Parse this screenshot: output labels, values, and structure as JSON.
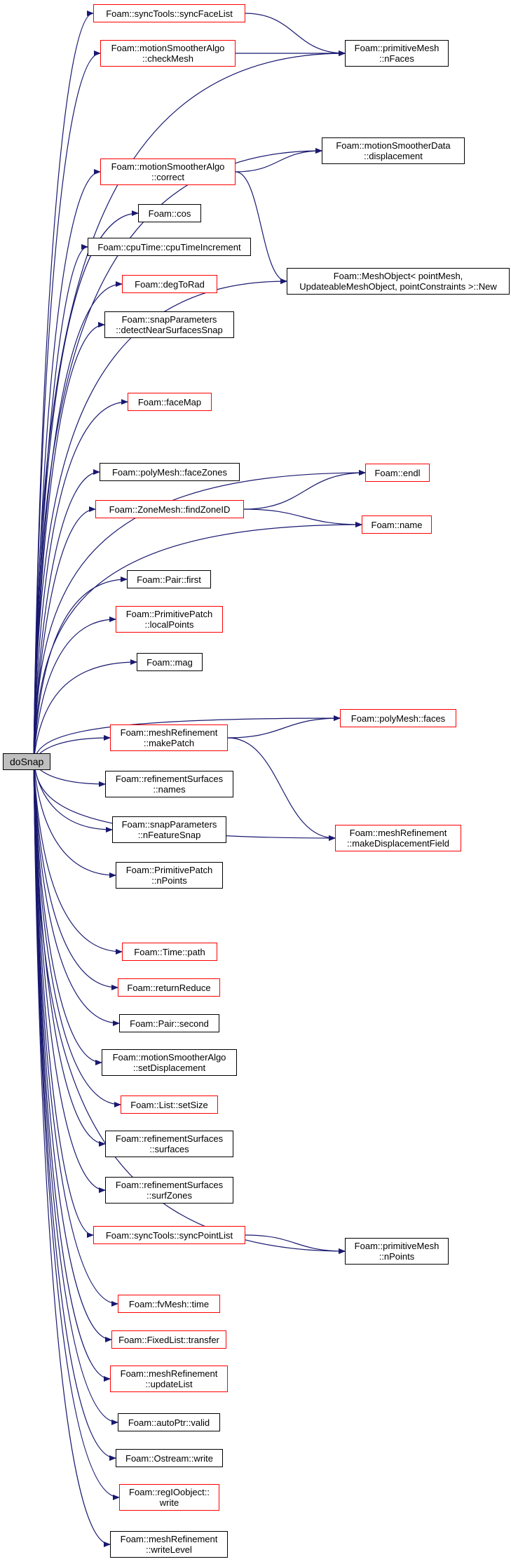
{
  "colors": {
    "edge": "#191970",
    "red_border": "#ff0000",
    "black_border": "#000000",
    "root_fill": "#bfbfbf"
  },
  "nodes": [
    {
      "id": "doSnap",
      "lines": [
        "doSnap"
      ],
      "style": "root"
    },
    {
      "id": "syncFaceList",
      "lines": [
        "Foam::syncTools::syncFaceList"
      ],
      "style": "red"
    },
    {
      "id": "checkMesh",
      "lines": [
        "Foam::motionSmootherAlgo",
        "::checkMesh"
      ],
      "style": "red"
    },
    {
      "id": "nFaces",
      "lines": [
        "Foam::primitiveMesh",
        "::nFaces"
      ],
      "style": "black"
    },
    {
      "id": "displacement",
      "lines": [
        "Foam::motionSmootherData",
        "::displacement"
      ],
      "style": "black"
    },
    {
      "id": "correct",
      "lines": [
        "Foam::motionSmootherAlgo",
        "::correct"
      ],
      "style": "red"
    },
    {
      "id": "cos",
      "lines": [
        "Foam::cos"
      ],
      "style": "black"
    },
    {
      "id": "cpuTime",
      "lines": [
        "Foam::cpuTime::cpuTimeIncrement"
      ],
      "style": "black"
    },
    {
      "id": "meshObjectNew",
      "lines": [
        "Foam::MeshObject< pointMesh,",
        "UpdateableMeshObject, pointConstraints >::New"
      ],
      "style": "black"
    },
    {
      "id": "degToRad",
      "lines": [
        "Foam::degToRad"
      ],
      "style": "red"
    },
    {
      "id": "detectNear",
      "lines": [
        "Foam::snapParameters",
        "::detectNearSurfacesSnap"
      ],
      "style": "black"
    },
    {
      "id": "faceMap",
      "lines": [
        "Foam::faceMap"
      ],
      "style": "red"
    },
    {
      "id": "faceZones",
      "lines": [
        "Foam::polyMesh::faceZones"
      ],
      "style": "black"
    },
    {
      "id": "endl",
      "lines": [
        "Foam::endl"
      ],
      "style": "red"
    },
    {
      "id": "findZoneID",
      "lines": [
        "Foam::ZoneMesh::findZoneID"
      ],
      "style": "red"
    },
    {
      "id": "name",
      "lines": [
        "Foam::name"
      ],
      "style": "red"
    },
    {
      "id": "first",
      "lines": [
        "Foam::Pair::first"
      ],
      "style": "black"
    },
    {
      "id": "localPoints",
      "lines": [
        "Foam::PrimitivePatch",
        "::localPoints"
      ],
      "style": "red"
    },
    {
      "id": "mag",
      "lines": [
        "Foam::mag"
      ],
      "style": "black"
    },
    {
      "id": "faces",
      "lines": [
        "Foam::polyMesh::faces"
      ],
      "style": "red"
    },
    {
      "id": "makePatch",
      "lines": [
        "Foam::meshRefinement",
        "::makePatch"
      ],
      "style": "red"
    },
    {
      "id": "names",
      "lines": [
        "Foam::refinementSurfaces",
        "::names"
      ],
      "style": "black"
    },
    {
      "id": "nFeatureSnap",
      "lines": [
        "Foam::snapParameters",
        "::nFeatureSnap"
      ],
      "style": "black"
    },
    {
      "id": "makeDisp",
      "lines": [
        "Foam::meshRefinement",
        "::makeDisplacementField"
      ],
      "style": "red"
    },
    {
      "id": "nPointsPatch",
      "lines": [
        "Foam::PrimitivePatch",
        "::nPoints"
      ],
      "style": "black"
    },
    {
      "id": "path",
      "lines": [
        "Foam::Time::path"
      ],
      "style": "red"
    },
    {
      "id": "returnReduce",
      "lines": [
        "Foam::returnReduce"
      ],
      "style": "red"
    },
    {
      "id": "second",
      "lines": [
        "Foam::Pair::second"
      ],
      "style": "black"
    },
    {
      "id": "setDisplacement",
      "lines": [
        "Foam::motionSmootherAlgo",
        "::setDisplacement"
      ],
      "style": "black"
    },
    {
      "id": "setSize",
      "lines": [
        "Foam::List::setSize"
      ],
      "style": "red"
    },
    {
      "id": "surfaces",
      "lines": [
        "Foam::refinementSurfaces",
        "::surfaces"
      ],
      "style": "black"
    },
    {
      "id": "surfZones",
      "lines": [
        "Foam::refinementSurfaces",
        "::surfZones"
      ],
      "style": "black"
    },
    {
      "id": "syncPointList",
      "lines": [
        "Foam::syncTools::syncPointList"
      ],
      "style": "red"
    },
    {
      "id": "nPointsMesh",
      "lines": [
        "Foam::primitiveMesh",
        "::nPoints"
      ],
      "style": "black"
    },
    {
      "id": "time",
      "lines": [
        "Foam::fvMesh::time"
      ],
      "style": "red"
    },
    {
      "id": "transfer",
      "lines": [
        "Foam::FixedList::transfer"
      ],
      "style": "red"
    },
    {
      "id": "updateList",
      "lines": [
        "Foam::meshRefinement",
        "::updateList"
      ],
      "style": "red"
    },
    {
      "id": "valid",
      "lines": [
        "Foam::autoPtr::valid"
      ],
      "style": "black"
    },
    {
      "id": "ostreamWrite",
      "lines": [
        "Foam::Ostream::write"
      ],
      "style": "black"
    },
    {
      "id": "regIOobjectWrite",
      "lines": [
        "Foam::regIOobject::",
        "write"
      ],
      "style": "red"
    },
    {
      "id": "writeLevel",
      "lines": [
        "Foam::meshRefinement",
        "::writeLevel"
      ],
      "style": "black"
    }
  ],
  "edges": [
    [
      "doSnap",
      "syncFaceList"
    ],
    [
      "doSnap",
      "checkMesh"
    ],
    [
      "doSnap",
      "nFaces"
    ],
    [
      "doSnap",
      "displacement"
    ],
    [
      "doSnap",
      "correct"
    ],
    [
      "doSnap",
      "cos"
    ],
    [
      "doSnap",
      "cpuTime"
    ],
    [
      "doSnap",
      "degToRad"
    ],
    [
      "doSnap",
      "detectNear"
    ],
    [
      "doSnap",
      "meshObjectNew"
    ],
    [
      "doSnap",
      "faceMap"
    ],
    [
      "doSnap",
      "endl"
    ],
    [
      "doSnap",
      "faceZones"
    ],
    [
      "doSnap",
      "findZoneID"
    ],
    [
      "doSnap",
      "name"
    ],
    [
      "doSnap",
      "first"
    ],
    [
      "doSnap",
      "localPoints"
    ],
    [
      "doSnap",
      "mag"
    ],
    [
      "doSnap",
      "faces"
    ],
    [
      "doSnap",
      "makePatch"
    ],
    [
      "doSnap",
      "names"
    ],
    [
      "doSnap",
      "nFeatureSnap"
    ],
    [
      "doSnap",
      "nPointsPatch"
    ],
    [
      "doSnap",
      "makeDisp"
    ],
    [
      "doSnap",
      "path"
    ],
    [
      "doSnap",
      "returnReduce"
    ],
    [
      "doSnap",
      "second"
    ],
    [
      "doSnap",
      "setDisplacement"
    ],
    [
      "doSnap",
      "setSize"
    ],
    [
      "doSnap",
      "surfaces"
    ],
    [
      "doSnap",
      "surfZones"
    ],
    [
      "doSnap",
      "syncPointList"
    ],
    [
      "doSnap",
      "nPointsMesh"
    ],
    [
      "doSnap",
      "time"
    ],
    [
      "doSnap",
      "transfer"
    ],
    [
      "doSnap",
      "updateList"
    ],
    [
      "doSnap",
      "valid"
    ],
    [
      "doSnap",
      "ostreamWrite"
    ],
    [
      "doSnap",
      "regIOobjectWrite"
    ],
    [
      "doSnap",
      "writeLevel"
    ],
    [
      "syncFaceList",
      "nFaces"
    ],
    [
      "checkMesh",
      "nFaces"
    ],
    [
      "correct",
      "displacement"
    ],
    [
      "correct",
      "meshObjectNew"
    ],
    [
      "findZoneID",
      "endl"
    ],
    [
      "findZoneID",
      "name"
    ],
    [
      "makePatch",
      "faces"
    ],
    [
      "makePatch",
      "makeDisp"
    ],
    [
      "syncPointList",
      "nPointsMesh"
    ]
  ]
}
